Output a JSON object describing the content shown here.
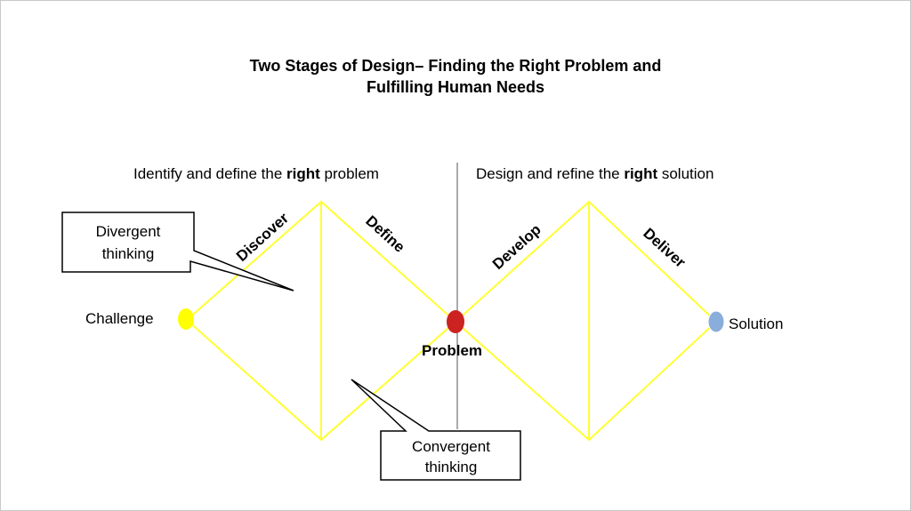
{
  "title": {
    "line1": "Two Stages of Design– Finding the Right Problem and",
    "line2": "Fulfilling Human Needs"
  },
  "left_heading": {
    "pre": "Identify and define the ",
    "bold": "right",
    "post": " problem"
  },
  "right_heading": {
    "pre": "Design and refine the ",
    "bold": "right",
    "post": " solution"
  },
  "stages": {
    "discover": "Discover",
    "define": "Define",
    "develop": "Develop",
    "deliver": "Deliver"
  },
  "nodes": {
    "challenge": "Challenge",
    "problem": "Problem",
    "solution": "Solution"
  },
  "callouts": {
    "divergent": [
      "Divergent",
      "thinking"
    ],
    "convergent": [
      "Convergent",
      "thinking"
    ]
  },
  "colors": {
    "diamond_line": "#ffff33",
    "challenge_dot": "#ffff00",
    "problem_dot": "#cc2222",
    "solution_dot": "#8aaedb",
    "divider": "#555555"
  }
}
